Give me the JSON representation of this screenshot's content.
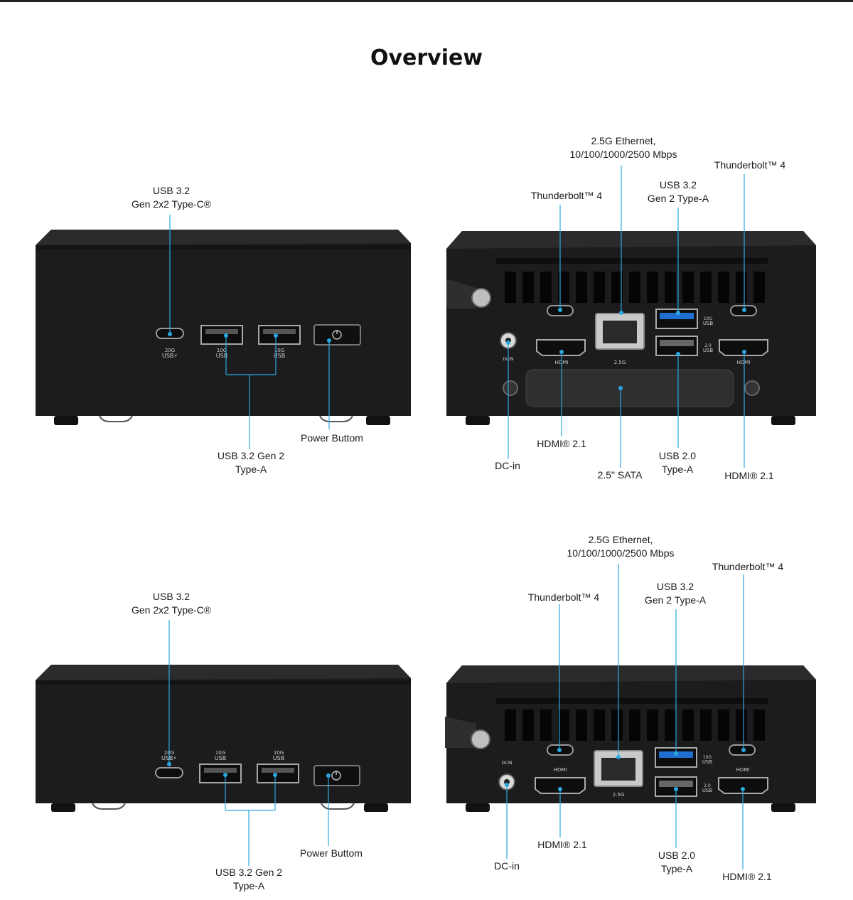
{
  "page": {
    "title": "Overview"
  },
  "panels": [
    {
      "id": "front-1",
      "labels": {
        "usb_c": [
          "USB 3.2",
          "Gen 2x2 Type-C®"
        ],
        "usb_a": [
          "USB 3.2 Gen 2",
          "Type-A"
        ],
        "power": [
          "Power Buttom"
        ]
      },
      "port_marks": {
        "usb_c": [
          "20G",
          "USB⚡"
        ],
        "usb_a1": [
          "10G",
          "USB"
        ],
        "usb_a2": [
          "10G",
          "USB"
        ]
      }
    },
    {
      "id": "rear-1",
      "labels": {
        "ethernet": [
          "2.5G Ethernet,",
          "10/100/1000/2500 Mbps"
        ],
        "tb_left": [
          "Thunderbolt™ 4"
        ],
        "tb_right": [
          "Thunderbolt™ 4"
        ],
        "usb32": [
          "USB 3.2",
          "Gen 2 Type-A"
        ],
        "dcin": [
          "DC-in"
        ],
        "hdmi_left": [
          "HDMI® 2.1"
        ],
        "sata": [
          "2.5\" SATA"
        ],
        "usb20": [
          "USB 2.0",
          "Type-A"
        ],
        "hdmi_right": [
          "HDMI® 2.1"
        ]
      },
      "port_marks": {
        "dcin": "DCIN",
        "hdmi_l": "HDMI",
        "lan": "2.5G",
        "hdmi_r": "HDMI",
        "usb_top": [
          "10G",
          "USB"
        ],
        "usb_bottom": [
          "2.0",
          "USB"
        ]
      }
    },
    {
      "id": "front-2",
      "labels": {
        "usb_c": [
          "USB 3.2",
          "Gen 2x2 Type-C®"
        ],
        "usb_a": [
          "USB 3.2 Gen 2",
          "Type-A"
        ],
        "power": [
          "Power Buttom"
        ]
      },
      "port_marks": {
        "usb_c": [
          "20G",
          "USB⚡"
        ],
        "usb_a1": [
          "10G",
          "USB"
        ],
        "usb_a2": [
          "10G",
          "USB"
        ]
      }
    },
    {
      "id": "rear-2",
      "labels": {
        "ethernet": [
          "2.5G Ethernet,",
          "10/100/1000/2500 Mbps"
        ],
        "tb_left": [
          "Thunderbolt™ 4"
        ],
        "tb_right": [
          "Thunderbolt™ 4"
        ],
        "usb32": [
          "USB 3.2",
          "Gen 2 Type-A"
        ],
        "dcin": [
          "DC-in"
        ],
        "hdmi_left": [
          "HDMI® 2.1"
        ],
        "usb20": [
          "USB 2.0",
          "Type-A"
        ],
        "hdmi_right": [
          "HDMI® 2.1"
        ]
      },
      "port_marks": {
        "dcin": "DCIN",
        "hdmi_l": "HDMI",
        "lan": "2.5G",
        "hdmi_r": "HDMI",
        "usb_top": [
          "10G",
          "USB"
        ],
        "usb_bottom": [
          "2.0",
          "USB"
        ]
      }
    }
  ],
  "colors": {
    "callout_line": "#29a8e0",
    "chassis": "#1c1c1e",
    "chassis_top": "#2a2a2c",
    "usb_blue": "#1f6fd1"
  }
}
